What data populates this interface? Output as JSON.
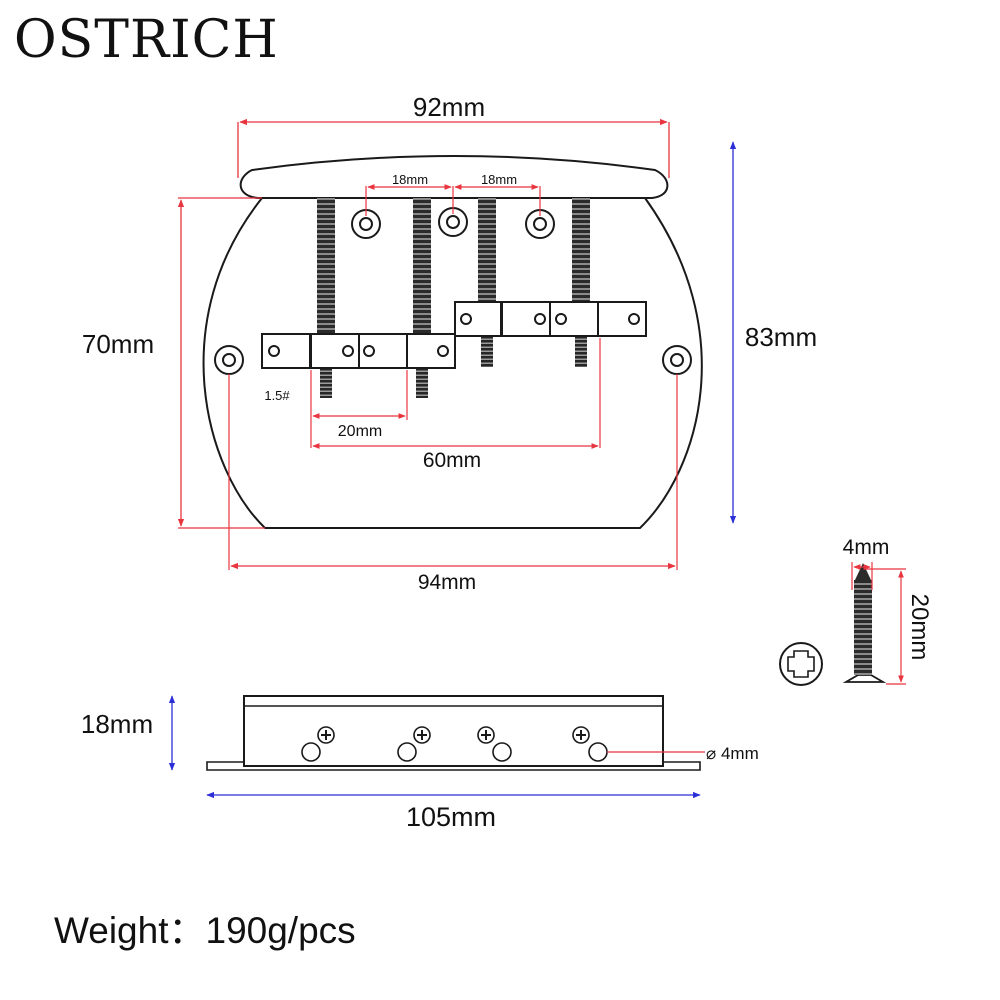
{
  "brand": "OSTRICH",
  "weight": "Weight：190g/pcs",
  "colors": {
    "red_dim": "#e8353f",
    "blue_dim": "#2b2fd6",
    "outline": "#1a1a1a"
  },
  "top_view": {
    "top_width": "92mm",
    "spacing_a": "18mm",
    "spacing_b": "18mm",
    "left_height": "70mm",
    "total_height": "83mm",
    "string_spacing": "20mm",
    "span": "60mm",
    "mount_width": "94mm",
    "screw_size": "1.5#"
  },
  "screw_detail": {
    "diameter": "4mm",
    "length": "20mm"
  },
  "side_view": {
    "height": "18mm",
    "length": "105mm",
    "hole": "⌀ 4mm"
  }
}
